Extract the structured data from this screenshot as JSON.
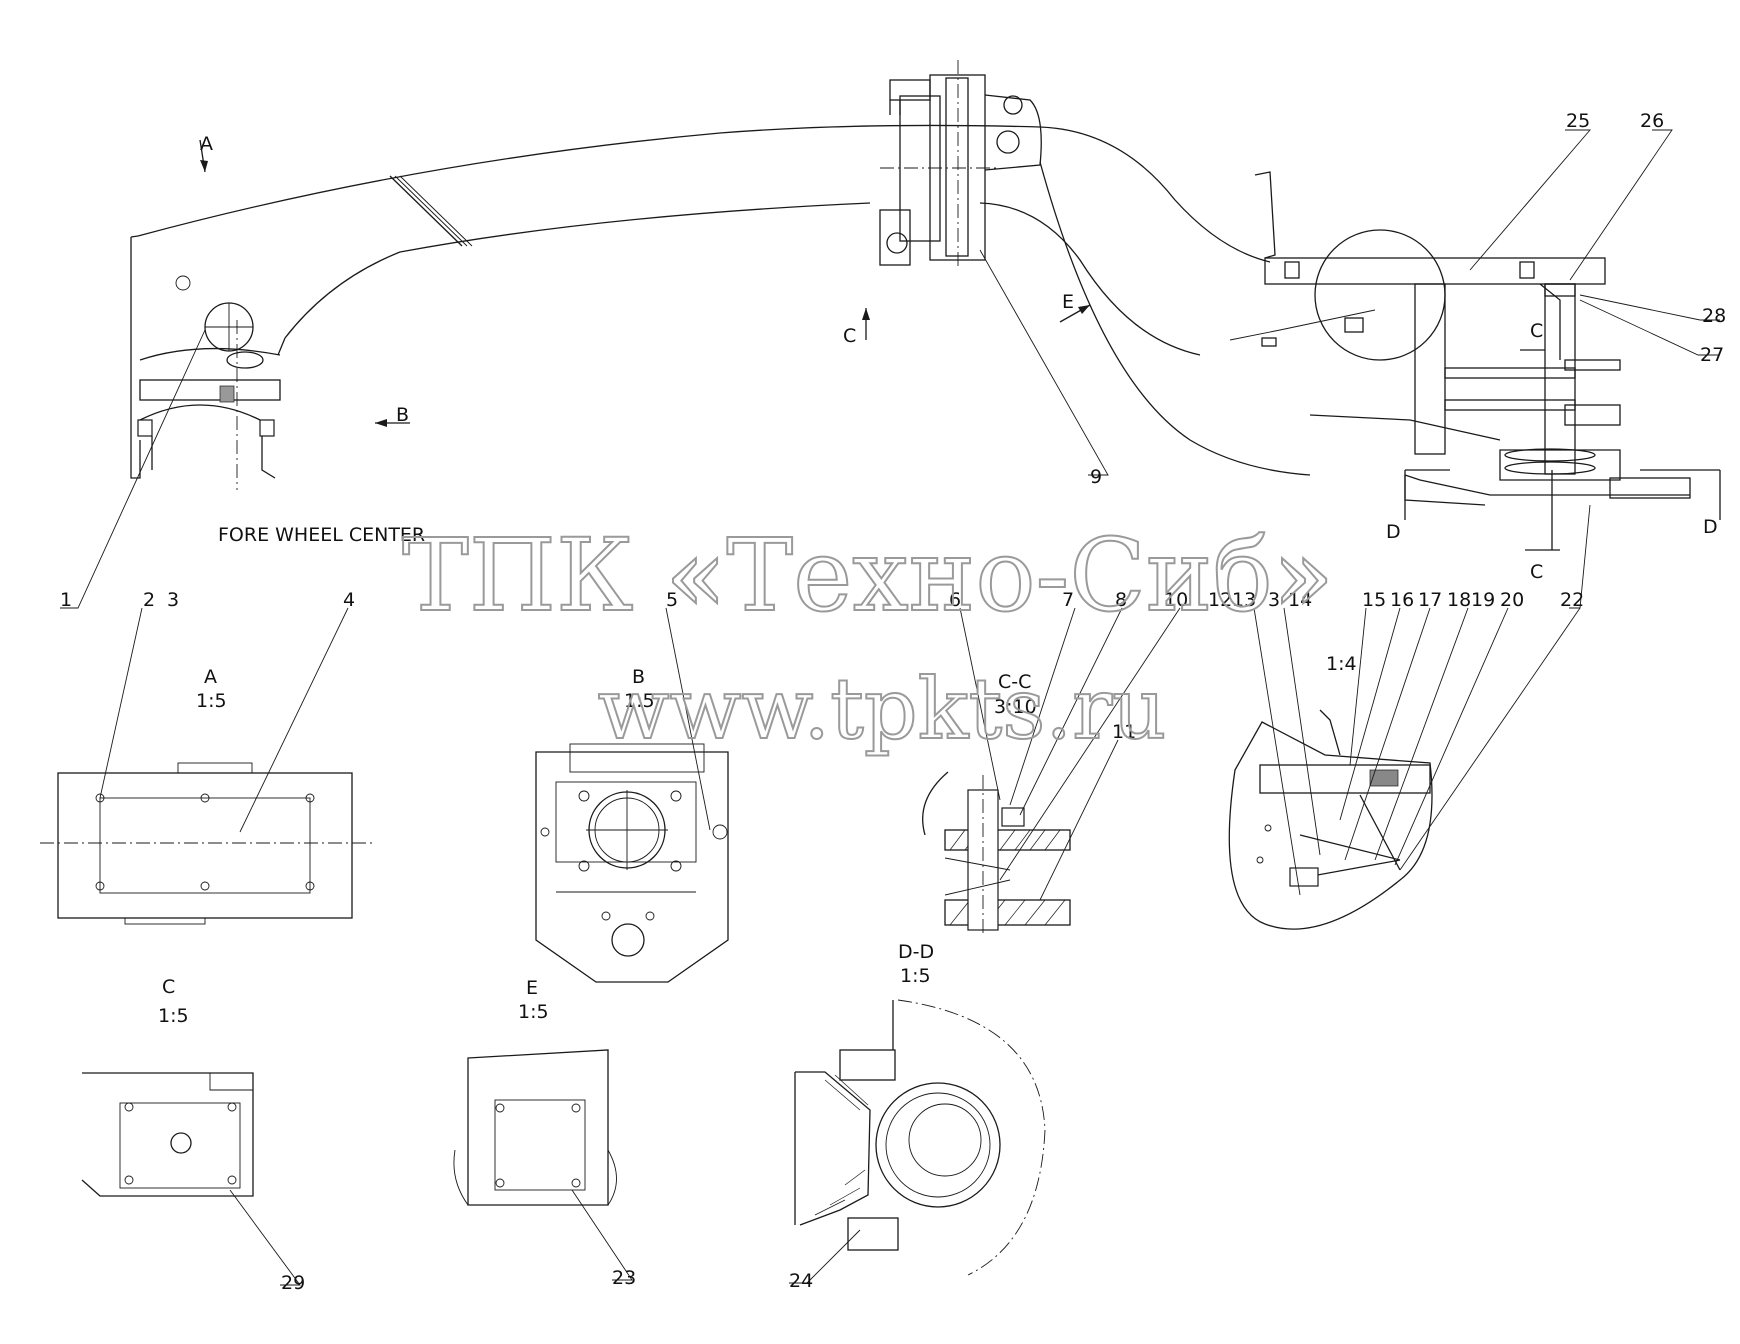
{
  "drawing": {
    "fore_wheel_label": "FORE WHEEL CENTER",
    "markers": {
      "A": "A",
      "B": "B",
      "C": "C",
      "D": "D",
      "E": "E"
    },
    "callouts": {
      "n1": "1",
      "n2": "2",
      "n3": "3",
      "n4": "4",
      "n5": "5",
      "n6": "6",
      "n7": "7",
      "n8": "8",
      "n9": "9",
      "n10": "10",
      "n11": "11",
      "n12": "12",
      "n13": "13",
      "n3b": "3",
      "n14": "14",
      "n15": "15",
      "n16": "16",
      "n17": "17",
      "n18": "18",
      "n19": "19",
      "n20": "20",
      "n22": "22",
      "n23": "23",
      "n24": "24",
      "n25": "25",
      "n26": "26",
      "n27": "27",
      "n28": "28",
      "n29": "29"
    },
    "views": {
      "a_name": "A",
      "a_scale": "1:5",
      "b_name": "B",
      "b_scale": "1:5",
      "cc_name": "C-C",
      "cc_scale": "3:10",
      "detail_scale": "1:4",
      "c_name": "C",
      "c_scale": "1:5",
      "e_name": "E",
      "e_scale": "1:5",
      "dd_name": "D-D",
      "dd_scale": "1:5"
    }
  },
  "watermark": {
    "line1": "ТПК «Техно-Сиб»",
    "line2": "www.tpkts.ru"
  }
}
